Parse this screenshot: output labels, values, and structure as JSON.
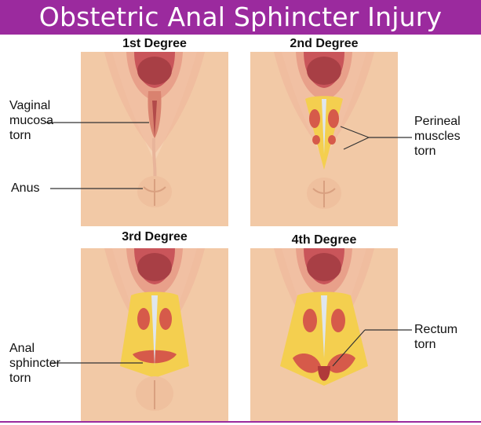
{
  "title": "Obstetric Anal Sphincter Injury",
  "colors": {
    "title_bar": "#9b2a9e",
    "skin": "#f2c9a6",
    "mucosa": "#d9826f",
    "muscle": "#d65a4a",
    "fat": "#f4cf4f"
  },
  "panels": [
    {
      "degree": "1st Degree"
    },
    {
      "degree": "2nd Degree"
    },
    {
      "degree": "3rd Degree"
    },
    {
      "degree": "4th Degree"
    }
  ],
  "labels": {
    "vaginal_mucosa": [
      "Vaginal",
      "mucosa",
      "torn"
    ],
    "anus": "Anus",
    "perineal_muscles": [
      "Perineal",
      "muscles",
      "torn"
    ],
    "anal_sphincter": [
      "Anal",
      "sphincter",
      "torn"
    ],
    "rectum": [
      "Rectum",
      "torn"
    ]
  }
}
